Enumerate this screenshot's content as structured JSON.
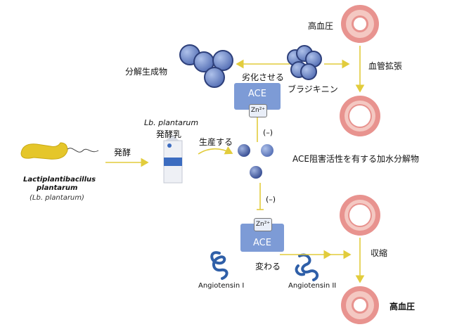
{
  "labels": {
    "hypertension_top": "高血圧",
    "hypertension_bottom": "高血圧",
    "vasodilation": "血管拡張",
    "degradation_products": "分解生成物",
    "inactivate": "劣化させる",
    "bradykinin": "ブラジキニン",
    "lb_name": "Lb. plantarum",
    "fermented_milk": "発酵乳",
    "produce": "生産する",
    "fermentation": "発酵",
    "inhibit_top": "(–)",
    "inhibit_bottom": "(–)",
    "ace_peptides": "ACE阻害活性を有する加水分解物",
    "bacterium_line1": "Lactiplantibacillus",
    "bacterium_line2": "plantarum",
    "bacterium_line3": "(Lb. plantarum)",
    "contraction": "収縮",
    "converts": "変わる",
    "angiotensin_1": "Angiotensin I",
    "angiotensin_2": "Angiotensin II"
  },
  "ace_top": {
    "label": "ACE",
    "zn": "Zn²⁺"
  },
  "ace_bottom": {
    "label": "ACE",
    "zn": "Zn²⁺"
  },
  "colors": {
    "arrow": "#e2cc3c",
    "inhibition": "#e2cc3c",
    "ace": "#7d9bd6",
    "vessel_outer": "#e8938f",
    "vessel_wall": "#f4c8c2",
    "bacterium": "#e5c62a",
    "bradykinin": "#6f8fd0",
    "peptide": "#4f67ad",
    "angiotensin": "#2f5fa8"
  }
}
